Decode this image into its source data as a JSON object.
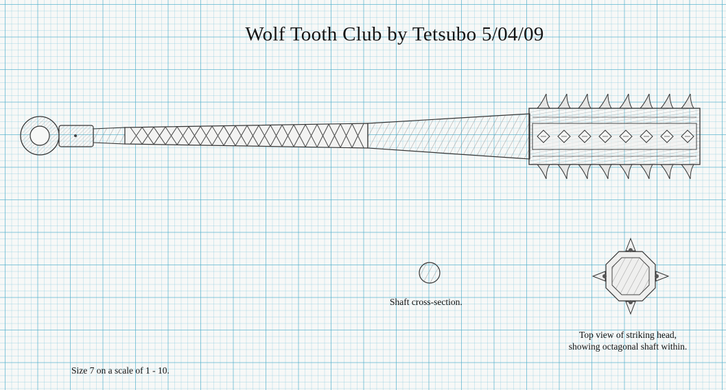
{
  "title": "Wolf Tooth Club by Tetsubo 5/04/09",
  "captions": {
    "shaft_cross_section": "Shaft cross-section.",
    "top_view_line1": "Top view of striking head,",
    "top_view_line2": "showing octagonal shaft within.",
    "scale": "Size 7 on a scale of 1 - 10."
  },
  "colors": {
    "grid": "#46aac8",
    "pencil": "#3a3a3a",
    "paper": "#f7f8f7"
  }
}
